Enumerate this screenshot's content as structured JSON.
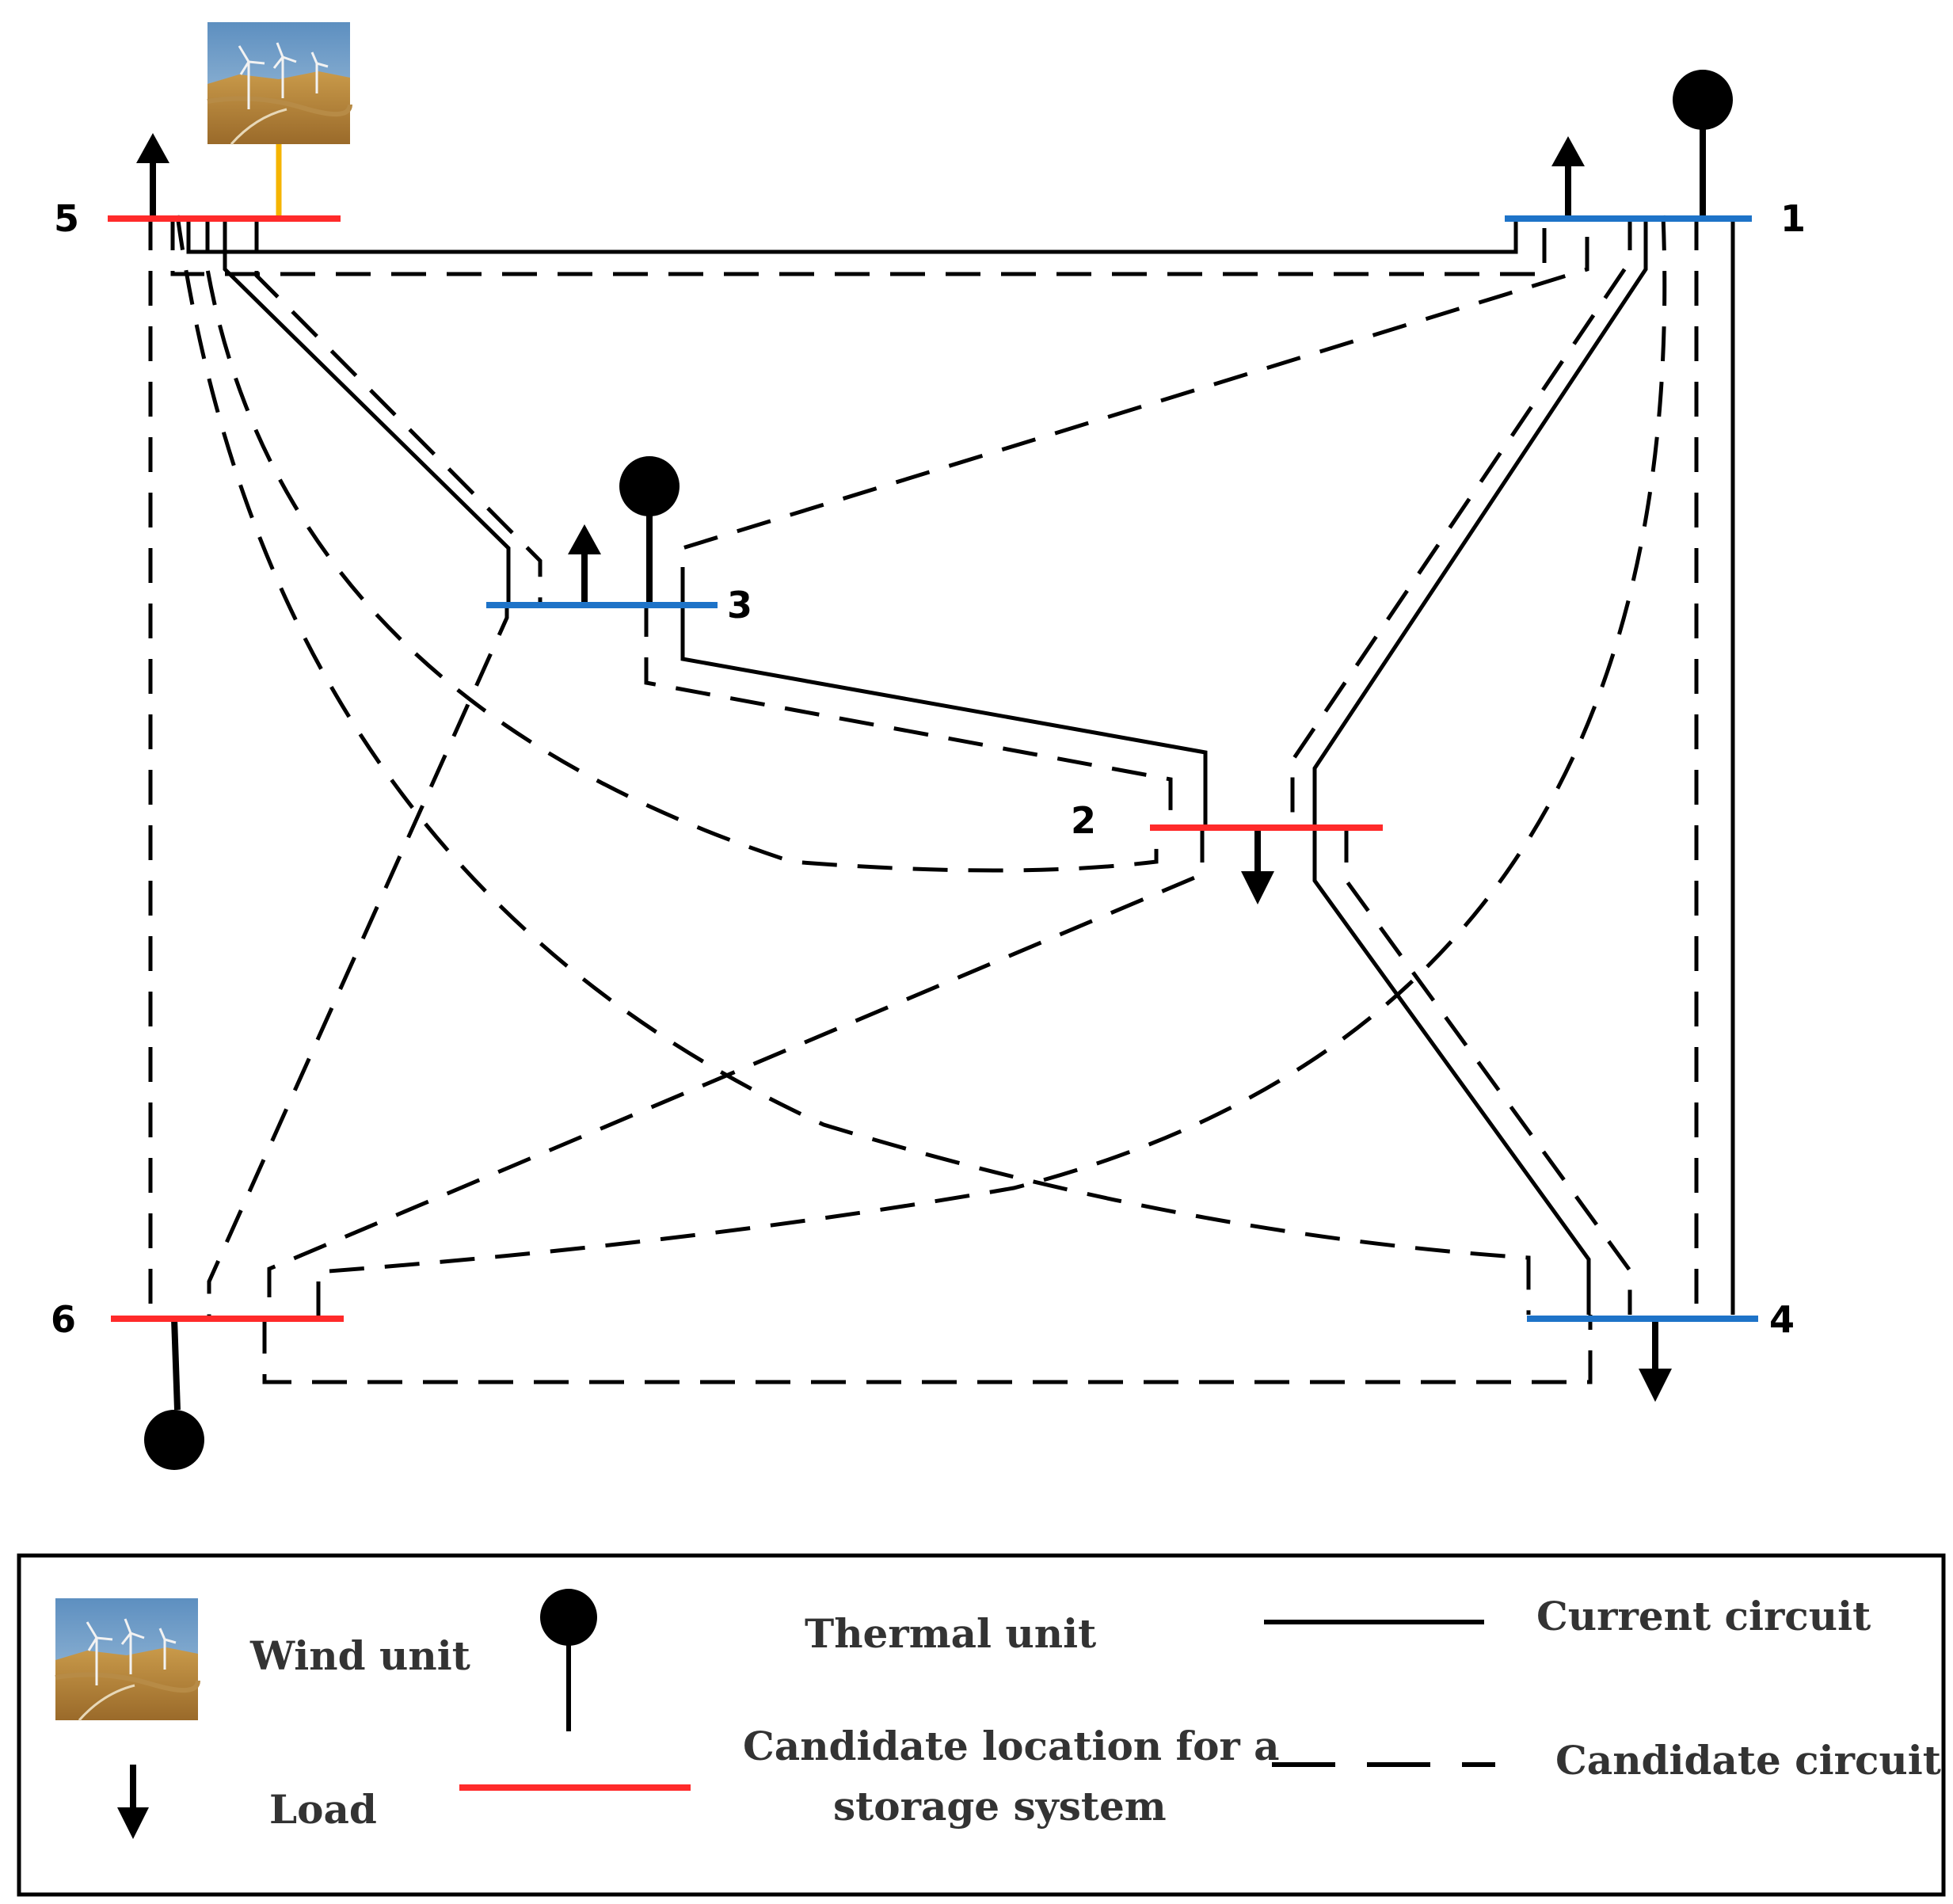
{
  "colors": {
    "candidate_bus": "#ff2a2a",
    "existing_bus": "#1e73c8",
    "wind_link": "#f5b400",
    "line": "#000000"
  },
  "buses": [
    {
      "id": "1",
      "label": "1",
      "type": "existing",
      "elements": [
        "load",
        "thermal-unit"
      ]
    },
    {
      "id": "2",
      "label": "2",
      "type": "candidate",
      "elements": [
        "load"
      ]
    },
    {
      "id": "3",
      "label": "3",
      "type": "existing",
      "elements": [
        "load",
        "thermal-unit"
      ]
    },
    {
      "id": "4",
      "label": "4",
      "type": "existing",
      "elements": [
        "load"
      ]
    },
    {
      "id": "5",
      "label": "5",
      "type": "candidate",
      "elements": [
        "load",
        "wind-unit"
      ]
    },
    {
      "id": "6",
      "label": "6",
      "type": "candidate",
      "elements": [
        "thermal-unit"
      ]
    }
  ],
  "circuits": [
    {
      "from": "5",
      "to": "1",
      "kind": "current"
    },
    {
      "from": "5",
      "to": "1",
      "kind": "candidate"
    },
    {
      "from": "5",
      "to": "3",
      "kind": "current"
    },
    {
      "from": "5",
      "to": "3",
      "kind": "candidate"
    },
    {
      "from": "5",
      "to": "2",
      "kind": "candidate"
    },
    {
      "from": "5",
      "to": "4",
      "kind": "candidate"
    },
    {
      "from": "5",
      "to": "6",
      "kind": "candidate"
    },
    {
      "from": "3",
      "to": "1",
      "kind": "candidate"
    },
    {
      "from": "3",
      "to": "2",
      "kind": "current"
    },
    {
      "from": "3",
      "to": "2",
      "kind": "candidate"
    },
    {
      "from": "3",
      "to": "6",
      "kind": "candidate"
    },
    {
      "from": "1",
      "to": "2",
      "kind": "current"
    },
    {
      "from": "1",
      "to": "2",
      "kind": "candidate"
    },
    {
      "from": "1",
      "to": "6",
      "kind": "candidate"
    },
    {
      "from": "1",
      "to": "4",
      "kind": "current"
    },
    {
      "from": "1",
      "to": "4",
      "kind": "candidate"
    },
    {
      "from": "2",
      "to": "4",
      "kind": "current"
    },
    {
      "from": "2",
      "to": "4",
      "kind": "candidate"
    },
    {
      "from": "2",
      "to": "6",
      "kind": "candidate"
    },
    {
      "from": "6",
      "to": "4",
      "kind": "candidate"
    }
  ],
  "legend": {
    "wind_unit": "Wind unit",
    "thermal_unit": "Thermal unit",
    "current_circuit": "Current circuit",
    "load": "Load",
    "candidate_location_line1": "Candidate location for a",
    "candidate_location_line2": "storage system",
    "candidate_circuit": "Candidate circuit"
  }
}
